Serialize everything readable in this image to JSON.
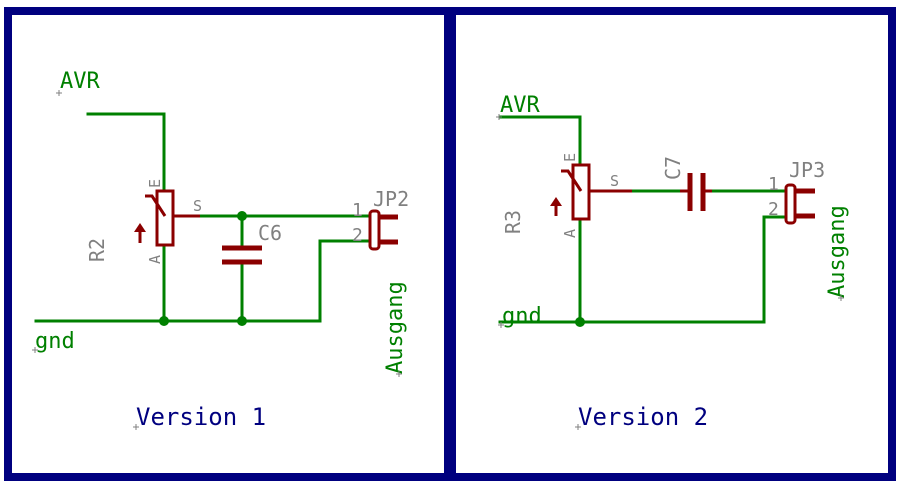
{
  "colors": {
    "frame": "#00007f",
    "wire": "#008000",
    "component": "#8b0000",
    "label": "#808080",
    "title": "#00007f"
  },
  "version1": {
    "title": "Version 1",
    "net_avr": "AVR",
    "net_gnd": "gnd",
    "pot_ref": "R2",
    "pot_pin_e": "E",
    "pot_pin_a": "A",
    "pot_pin_s": "S",
    "cap_ref": "C6",
    "jumper_ref": "JP2",
    "jumper_pin1": "1",
    "jumper_pin2": "2",
    "output_label": "Ausgang"
  },
  "version2": {
    "title": "Version 2",
    "net_avr": "AVR",
    "net_gnd": "gnd",
    "pot_ref": "R3",
    "pot_pin_e": "E",
    "pot_pin_a": "A",
    "pot_pin_s": "S",
    "cap_ref": "C7",
    "jumper_ref": "JP3",
    "jumper_pin1": "1",
    "jumper_pin2": "2",
    "output_label": "Ausgang"
  }
}
